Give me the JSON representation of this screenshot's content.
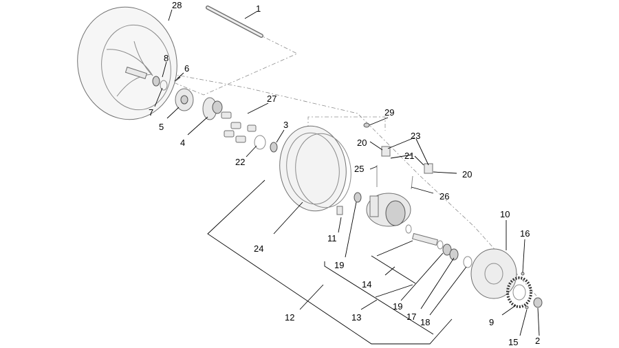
{
  "callouts": {
    "c1": "1",
    "c2": "2",
    "c3": "3",
    "c4": "4",
    "c5": "5",
    "c6": "6",
    "c7": "7",
    "c8": "8",
    "c9": "9",
    "c10": "10",
    "c11": "11",
    "c12": "12",
    "c13": "13",
    "c14": "14",
    "c15": "15",
    "c16": "16",
    "c17": "17",
    "c18": "18",
    "c19a": "19",
    "c19b": "19",
    "c20a": "20",
    "c20b": "20",
    "c21": "21",
    "c22": "22",
    "c23": "23",
    "c24": "24",
    "c25": "25",
    "c26": "26",
    "c27": "27",
    "c28": "28",
    "c29": "29"
  }
}
